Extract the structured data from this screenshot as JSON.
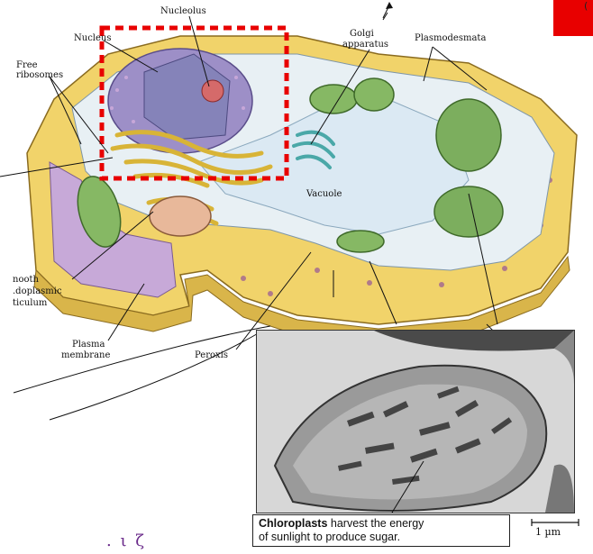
{
  "labels": {
    "nucleolus": "Nucleolus",
    "nucleus": "Nucleus",
    "free_ribosomes": [
      "Free",
      "ribosomes"
    ],
    "golgi": [
      "Golgi",
      "apparatus"
    ],
    "plasmodesmata": "Plasmodesmata",
    "vacuole": "Vacuole",
    "smooth_er": [
      "nooth",
      ".doplasmic",
      "ticulum"
    ],
    "plasma_membrane": [
      "Plasma",
      "membrane"
    ],
    "peroxisome": "Peroxis"
  },
  "micrograph": {
    "caption_bold": "Chloroplasts",
    "caption_rest_1": " harvest the energy",
    "caption_rest_2": "of sunlight to produce sugar.",
    "scale": "1 µm"
  },
  "fragments": {
    "corner": "(",
    "bottom": ". ι ζ"
  },
  "colors": {
    "highlight": "#e80000",
    "cell_wall": "#f0d77a",
    "chloroplast": "#7cae5e",
    "nucleus": "#8a7fb8",
    "membrane_purple": "#b89ac8"
  }
}
